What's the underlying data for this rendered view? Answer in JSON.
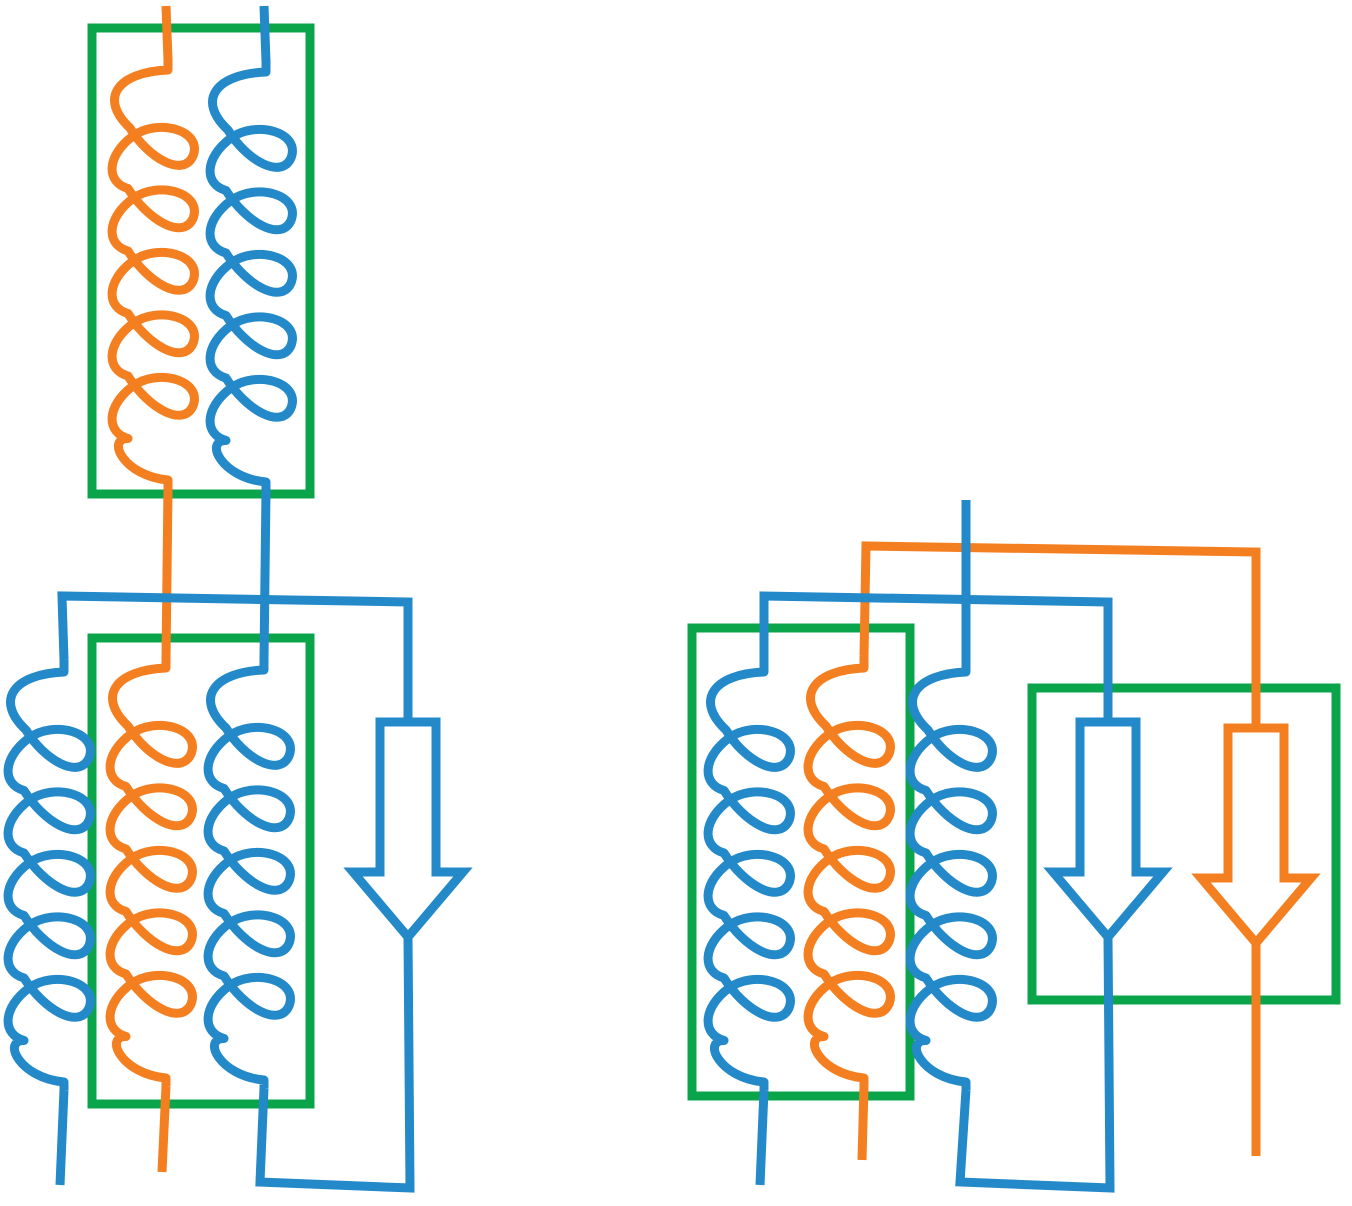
{
  "diagram": {
    "colors": {
      "background": "#ffffff",
      "blue_wire": "#2389c9",
      "orange_wire": "#f47f20",
      "green_box": "#0aa44b"
    },
    "icons": {
      "coil": "coil-icon",
      "current_arrow": "down-arrow-icon"
    },
    "left_figure": {
      "upper_unit": {
        "coils": [
          "orange",
          "blue"
        ],
        "turns_per_coil": 5,
        "enclosed_by_box": true
      },
      "lower_unit": {
        "coils": [
          "blue",
          "orange",
          "blue"
        ],
        "turns_per_coil": 5,
        "boxed_coils": [
          "orange",
          "blue"
        ],
        "arrows": [
          "blue"
        ]
      }
    },
    "right_figure": {
      "coils": [
        "blue",
        "orange",
        "blue"
      ],
      "turns_per_coil": 5,
      "boxed_coils": [
        "blue",
        "orange"
      ],
      "arrows": [
        "blue",
        "orange"
      ],
      "arrows_boxed": true
    }
  }
}
